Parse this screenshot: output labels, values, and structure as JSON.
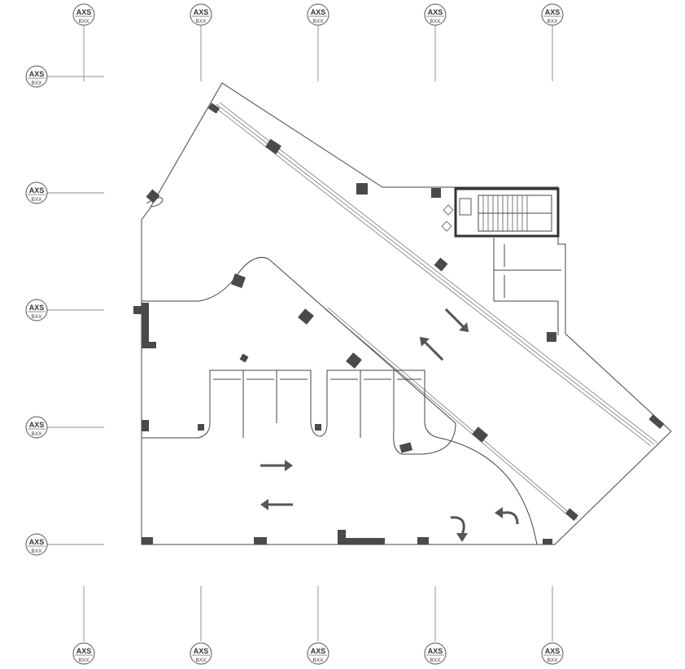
{
  "grid_bubbles": {
    "top_label": "AXS",
    "bottom_label": "BXX",
    "top_row_count": 5,
    "bottom_row_count": 5,
    "left_column_count": 5
  },
  "colors": {
    "line": "#444444",
    "column_fill": "#4a4a4a",
    "background": "#ffffff"
  },
  "plan": {
    "parking_stall_count": 6,
    "traffic_arrow_count": 6,
    "stair_core": true
  }
}
